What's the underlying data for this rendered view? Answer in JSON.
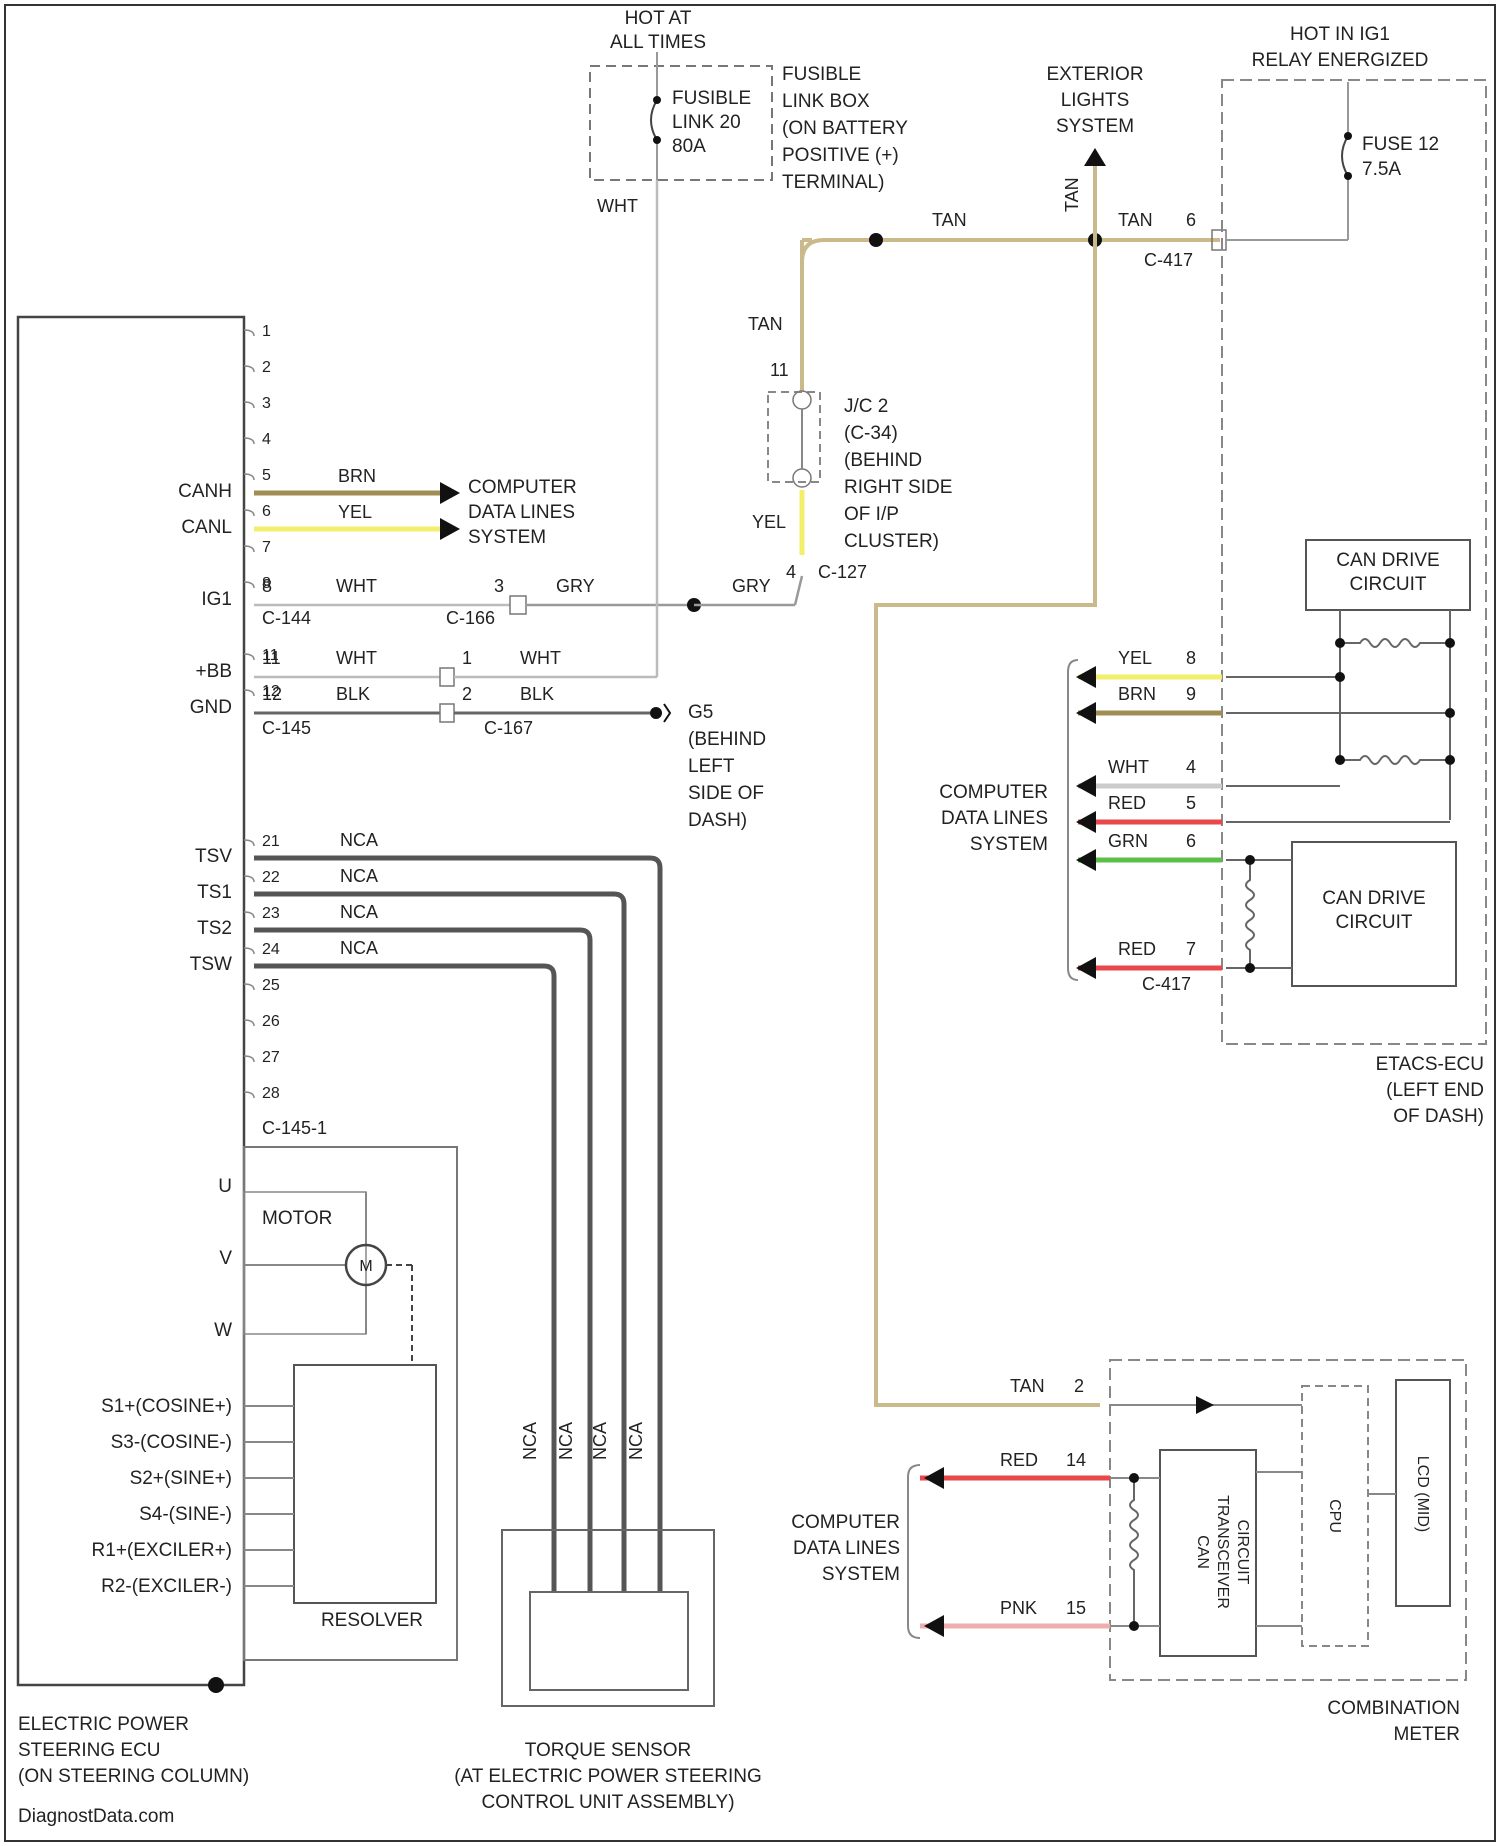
{
  "colors": {
    "tan": "#c9b98b",
    "yel": "#f1ef6b",
    "brn": "#a18d54",
    "red": "#e8474b",
    "grn": "#5cbf4a",
    "pnk": "#eeaeae",
    "wht": "#bbbbbb",
    "gry": "#999999",
    "blk": "#666666",
    "nca": "#555555"
  },
  "power": {
    "hot_at_all_times": [
      "HOT AT",
      "ALL TIMES"
    ],
    "fusible_link": [
      "FUSIBLE",
      "LINK 20",
      "80A"
    ],
    "fusible_link_box": [
      "FUSIBLE",
      "LINK BOX",
      "(ON BATTERY",
      "POSITIVE (+)",
      "TERMINAL)"
    ],
    "hot_in_ig1": [
      "HOT IN IG1",
      "RELAY ENERGIZED"
    ],
    "fuse": [
      "FUSE 12",
      "7.5A"
    ],
    "exterior_lights": [
      "EXTERIOR",
      "LIGHTS",
      "SYSTEM"
    ]
  },
  "eps_ecu": {
    "pins_top": [
      "1",
      "2",
      "3",
      "4",
      "5",
      "6",
      "7",
      "8"
    ],
    "pins_power": [
      "11",
      "12"
    ],
    "pins_torque": [
      "21",
      "22",
      "23",
      "24",
      "25",
      "26",
      "27",
      "28"
    ],
    "signal_canh": "CANH",
    "signal_canl": "CANL",
    "signal_ig1": "IG1",
    "signal_bb": "+BB",
    "signal_gnd": "GND",
    "signal_tsv": "TSV",
    "signal_ts1": "TS1",
    "signal_ts2": "TS2",
    "signal_tsw": "TSW",
    "conn_c144": "C-144",
    "conn_c145": "C-145",
    "conn_c1451": "C-145-1",
    "motor_label": "MOTOR",
    "motor_symbol": "M",
    "pin_u": "U",
    "pin_v": "V",
    "pin_w": "W",
    "resolver_pins": [
      "S1+(COSINE+)",
      "S3-(COSINE-)",
      "S2+(SINE+)",
      "S4-(SINE-)",
      "R1+(EXCILER+)",
      "R2-(EXCILER-)"
    ],
    "resolver_label": "RESOLVER",
    "name": [
      "ELECTRIC POWER",
      "STEERING ECU",
      "(ON STEERING COLUMN)"
    ]
  },
  "wires": {
    "brn": "BRN",
    "yel": "YEL",
    "wht": "WHT",
    "gry": "GRY",
    "blk": "BLK",
    "nca": "NCA",
    "tan": "TAN",
    "red": "RED",
    "grn": "GRN",
    "pnk": "PNK"
  },
  "computer_data_lines": [
    "COMPUTER",
    "DATA LINES",
    "SYSTEM"
  ],
  "connectors": {
    "c166": "C-166",
    "c166_pin": "3",
    "c127": "C-127",
    "c127_pin": "4",
    "c167": "C-167",
    "c167_pins": [
      "1",
      "2"
    ],
    "ground": [
      "G5",
      "(BEHIND",
      "LEFT",
      "SIDE OF",
      "DASH)"
    ],
    "jc2_pin": "11",
    "jc2": [
      "J/C 2",
      "(C-34)",
      "(BEHIND",
      "RIGHT SIDE",
      "OF I/P",
      "CLUSTER)"
    ],
    "c417": "C-417",
    "c417_tan_pin": "6"
  },
  "etacs": {
    "can_drive_top": [
      "CAN DRIVE",
      "CIRCUIT"
    ],
    "can_drive_bottom": [
      "CAN DRIVE",
      "CIRCUIT"
    ],
    "pins": [
      "8",
      "9",
      "4",
      "5",
      "6",
      "7"
    ],
    "name": [
      "ETACS-ECU",
      "(LEFT END",
      "OF DASH)"
    ]
  },
  "torque_sensor": {
    "name": [
      "TORQUE SENSOR",
      "(AT ELECTRIC POWER STEERING",
      "CONTROL UNIT ASSEMBLY)"
    ]
  },
  "meter": {
    "pin_tan": "2",
    "pin_red": "14",
    "pin_pnk": "15",
    "can_transceiver": [
      "CAN",
      "TRANSCEIVER",
      "CIRCUIT"
    ],
    "cpu": "CPU",
    "lcd": "LCD (MID)",
    "name": [
      "COMBINATION",
      "METER"
    ]
  },
  "watermark": "DiagnostData.com"
}
